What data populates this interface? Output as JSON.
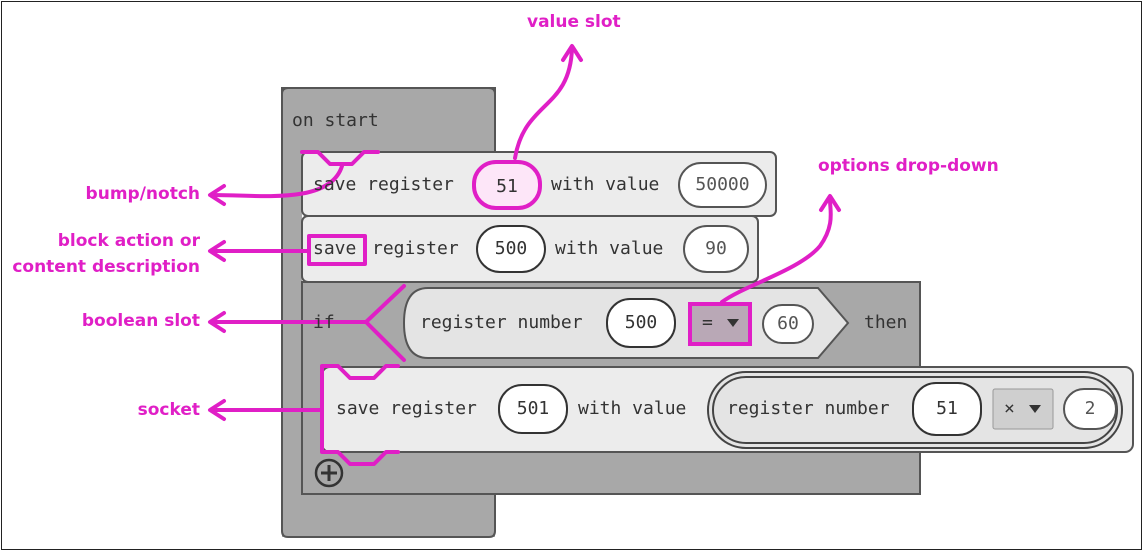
{
  "annotations": {
    "value_slot": "value slot",
    "options_dropdown": "options drop-down",
    "bump_notch": "bump/notch",
    "block_action_line1": "block action or",
    "block_action_line2": "content description",
    "boolean_slot": "boolean slot",
    "socket": "socket"
  },
  "on_start": {
    "label": "on start"
  },
  "block1": {
    "verb": "save register",
    "slot": "51",
    "with": "with value",
    "value": "50000"
  },
  "block2": {
    "verb": "save",
    "register": "register",
    "slot": "500",
    "with": "with value",
    "value": "90"
  },
  "if_block": {
    "if": "if",
    "then": "then",
    "cond_label": "register number",
    "cond_slot": "500",
    "operator": "=",
    "compare": "60"
  },
  "inner": {
    "verb": "save register",
    "slot": "501",
    "with": "with value",
    "reporter_label": "register number",
    "reporter_slot": "51",
    "operator": "×",
    "operand": "2"
  },
  "colors": {
    "accent": "#e01fc6",
    "block_light": "#ececec",
    "block_dark": "#a8a8a8",
    "reporter": "#e4e4e4",
    "dropdown": "#cfcfcf",
    "highlight_fill": "#fde6f8",
    "dropdown_highlight": "#b9a8b6"
  },
  "icons": {
    "add": "plus-circle-icon",
    "chevron": "triangle-down-icon"
  }
}
